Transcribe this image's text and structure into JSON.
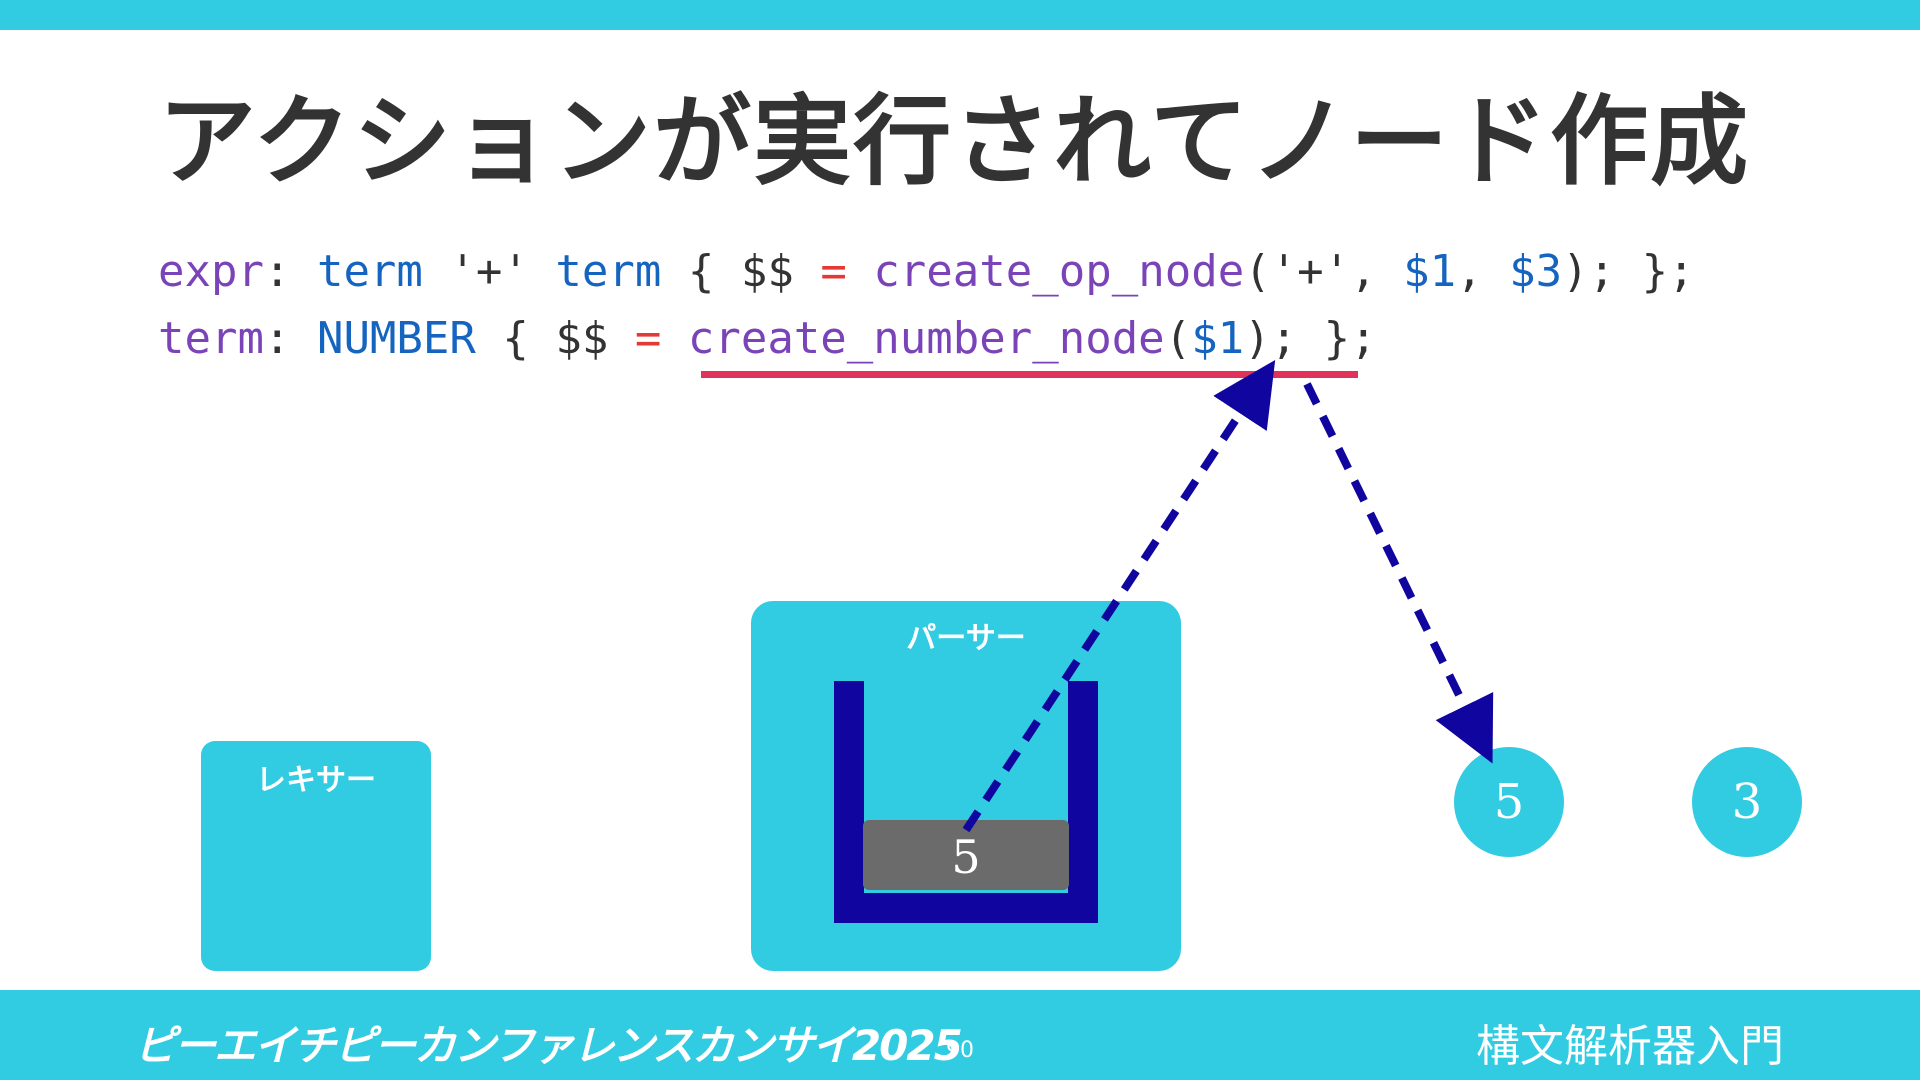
{
  "slide": {
    "title": "アクションが実行されてノード作成",
    "code": {
      "line1": {
        "rule": "expr",
        "colon": ": ",
        "t1": "term",
        "sp1": " ",
        "lit": "'+'",
        "sp2": " ",
        "t2": "term",
        "open": " { $$ ",
        "eq": "=",
        "func": " create_op_node",
        "args_open": "('+', ",
        "a1": "$1",
        "comma": ", ",
        "a3": "$3",
        "close": "); };"
      },
      "line2": {
        "rule": "term",
        "colon": ": ",
        "tok": "NUMBER",
        "open": " { $$ ",
        "eq": "=",
        "func": " create_number_node",
        "paren": "(",
        "a1": "$1",
        "close": "); };"
      }
    },
    "lexer_label": "レキサー",
    "parser_label": "パーサー",
    "stack_value": "5",
    "nodes": [
      "5",
      "3"
    ]
  },
  "footer": {
    "conference": "ピーエイチピーカンファレンスカンサイ2025",
    "page_number": "90",
    "talk_title": "構文解析器入門"
  },
  "colors": {
    "accent": "#31cbe2",
    "stack": "#10069f",
    "arrow": "#10069f",
    "underline": "#e0325a",
    "stack_item": "#6b6b6b"
  }
}
